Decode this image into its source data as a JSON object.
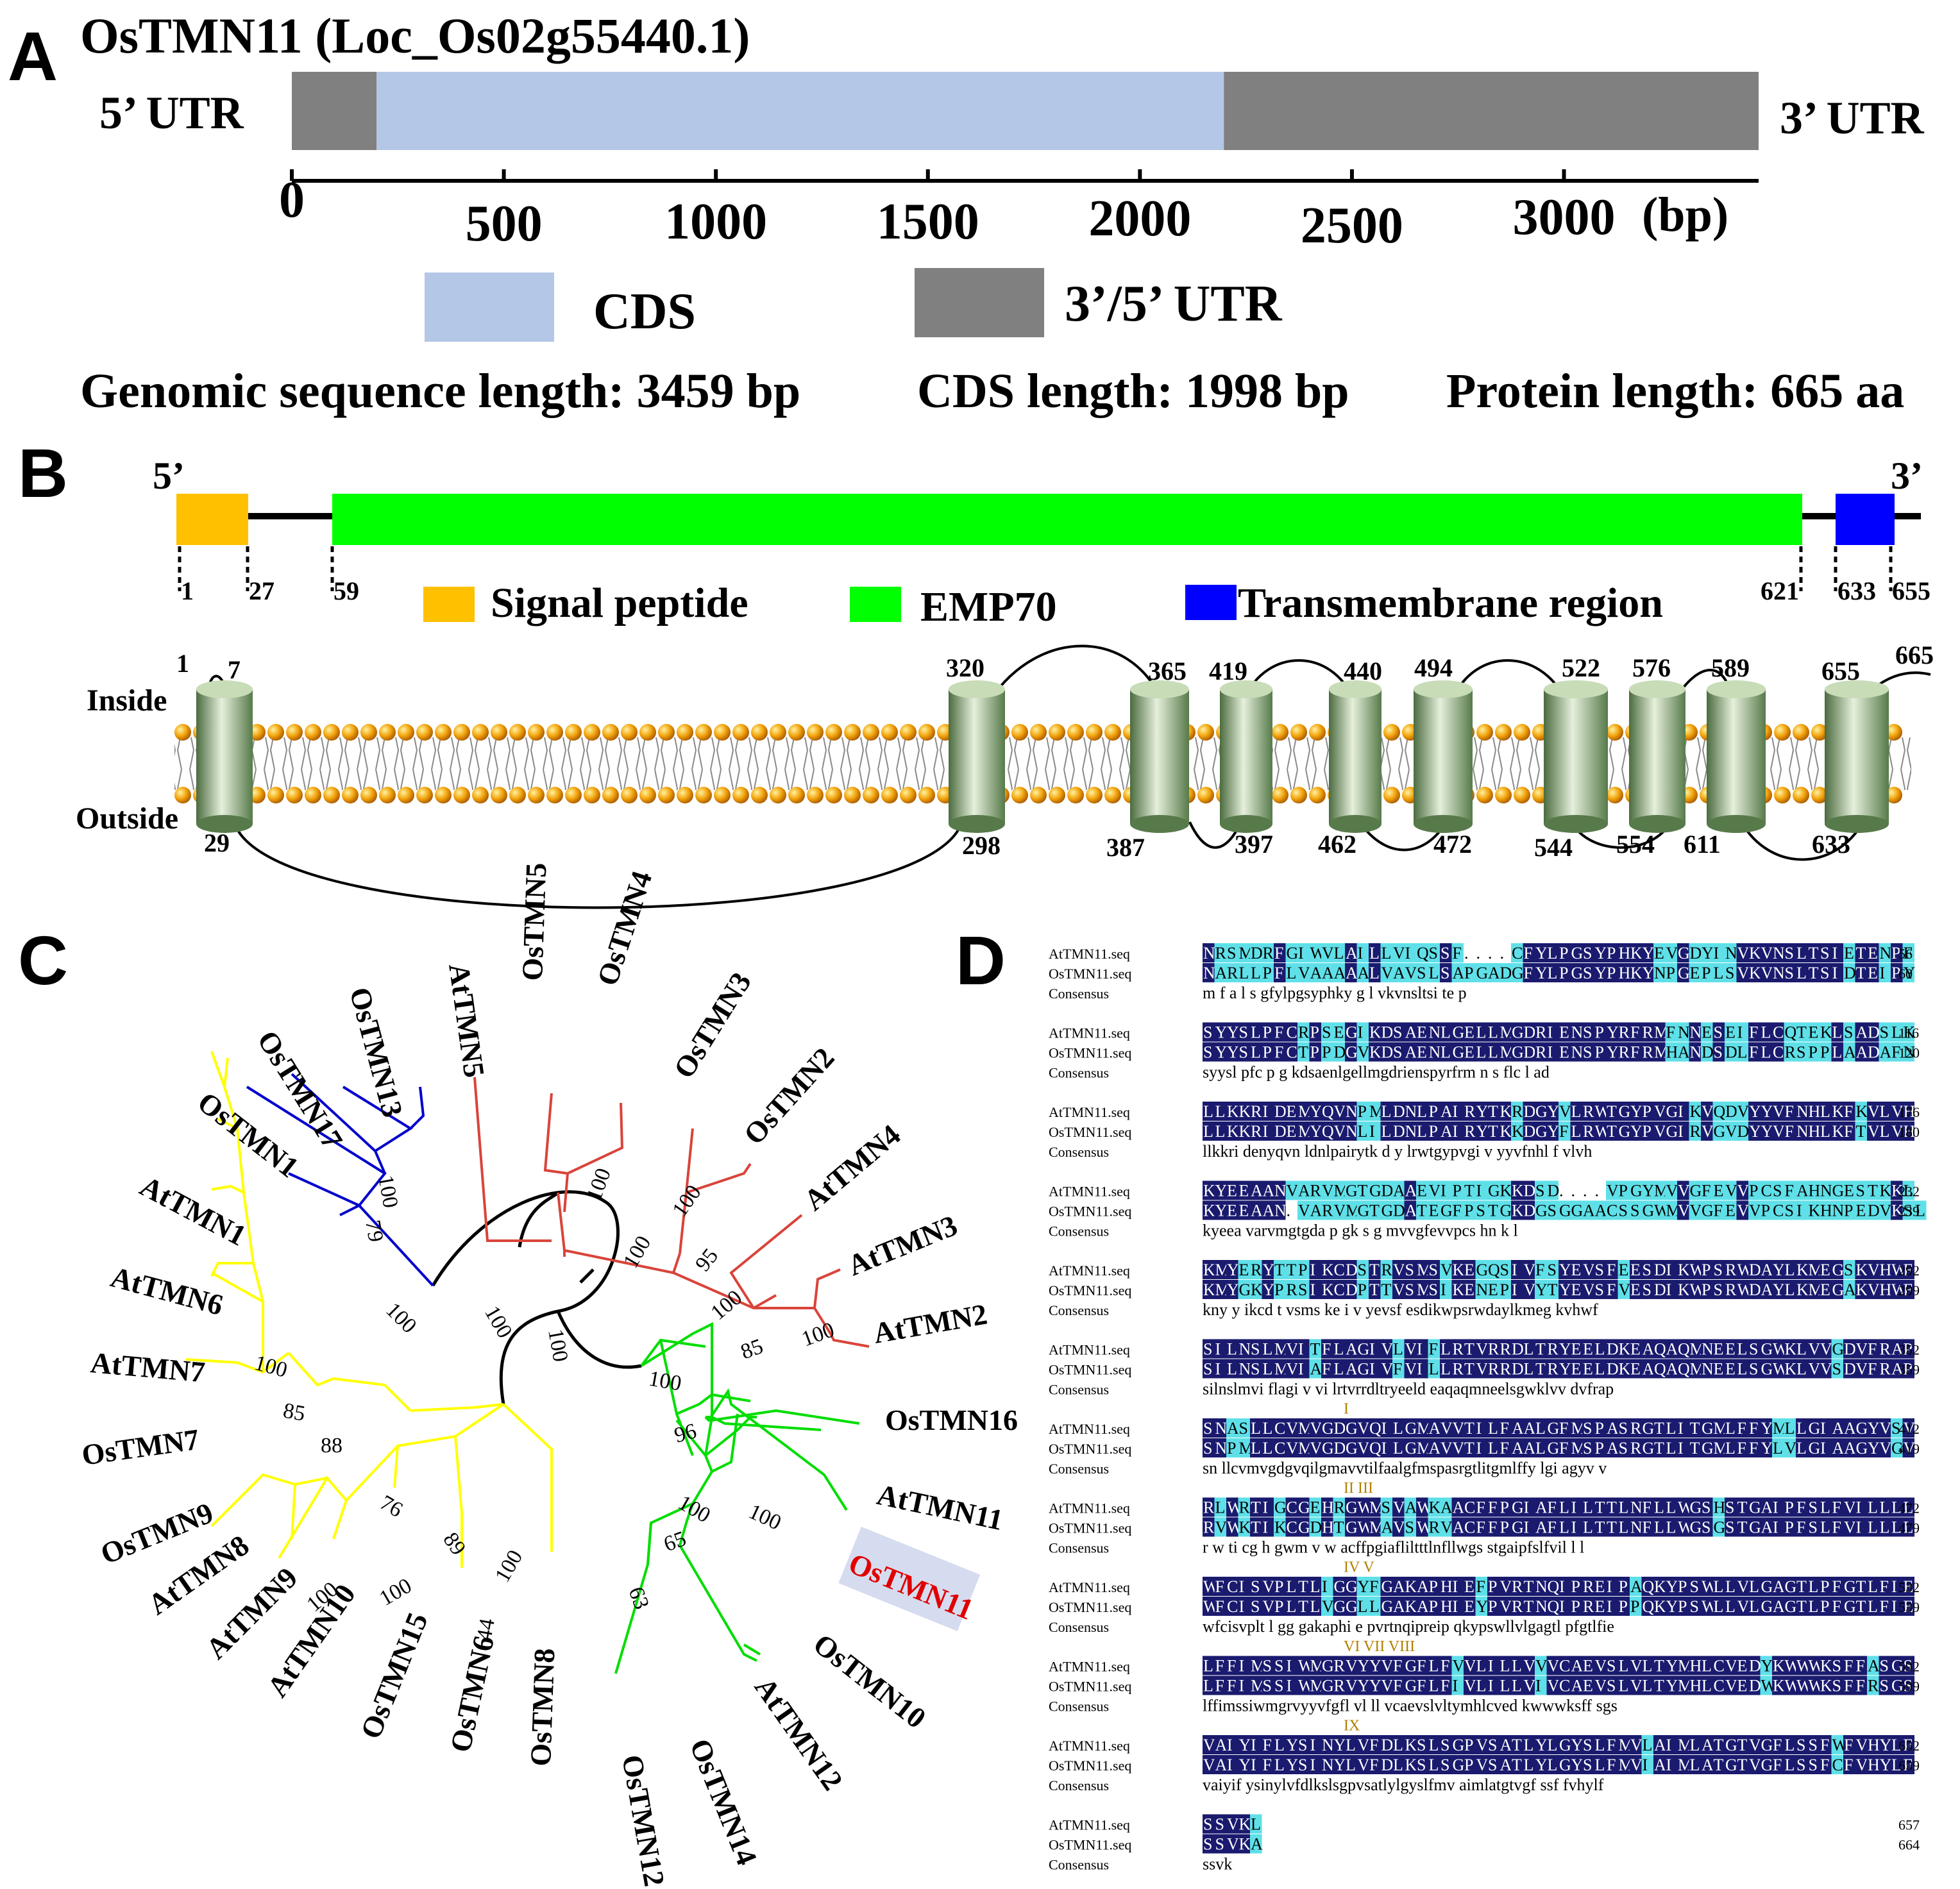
{
  "panel_a": {
    "letter": "A",
    "title": "OsTMN11 (Loc_Os02g55440.1)",
    "utr5_label": "5’ UTR",
    "utr3_label": "3’ UTR",
    "gene_model": {
      "axis_max_bp": 3459,
      "segments": [
        {
          "kind": "UTR",
          "start": 0,
          "end": 200
        },
        {
          "kind": "CDS",
          "start": 200,
          "end": 2198
        },
        {
          "kind": "UTR",
          "start": 2198,
          "end": 3459
        }
      ]
    },
    "ticks": [
      "0",
      "500",
      "1000",
      "1500",
      "2000",
      "2500",
      "3000"
    ],
    "tick_values": [
      0,
      500,
      1000,
      1500,
      2000,
      2500,
      3000
    ],
    "unit_label": "(bp)",
    "legend": {
      "cds": "CDS",
      "utr": "3’/5’ UTR"
    },
    "colors": {
      "cds": "#b4c7e7",
      "utr": "#808080"
    },
    "stats": {
      "genomic": "Genomic sequence length: 3459 bp",
      "cds": "CDS length: 1998 bp",
      "protein": "Protein length: 665 aa"
    }
  },
  "panel_b": {
    "letter": "B",
    "end5": "5’",
    "end3": "3’",
    "domains": [
      {
        "name": "Signal peptide",
        "color": "#ffc000",
        "start": 1,
        "end": 27
      },
      {
        "name": "EMP70",
        "color": "#00ff00",
        "start": 59,
        "end": 621
      },
      {
        "name": "Transmembrane region",
        "color": "#0000ff",
        "start": 633,
        "end": 655
      }
    ],
    "positions": [
      "1",
      "27",
      "59",
      "621",
      "633",
      "655"
    ],
    "inside_label": "Inside",
    "outside_label": "Outside",
    "helix_top": [
      "1",
      "7",
      "320",
      "365",
      "419",
      "440",
      "494",
      "522",
      "576",
      "589",
      "655",
      "665"
    ],
    "helix_bottom": [
      "29",
      "298",
      "387",
      "397",
      "462",
      "472",
      "544",
      "554",
      "611",
      "633"
    ]
  },
  "panel_c": {
    "letter": "C",
    "colors": {
      "blue": "#0000cc",
      "red": "#d9443a",
      "yellow": "#ffff00",
      "green": "#00dd00",
      "black": "#000000",
      "highlight": "#d6dcef"
    },
    "leaves": [
      "OsTMN1",
      "OsTMN17",
      "OsTMN13",
      "AtTMN1",
      "AtTMN5",
      "OsTMN5",
      "OsTMN4",
      "OsTMN3",
      "OsTMN2",
      "AtTMN4",
      "AtTMN3",
      "AtTMN2",
      "OsTMN16",
      "AtTMN11",
      "OsTMN11",
      "OsTMN10",
      "AtTMN12",
      "OsTMN14",
      "OsTMN12",
      "OsTMN8",
      "OsTMN6",
      "OsTMN15",
      "AtTMN10",
      "AtTMN9",
      "AtTMN8",
      "OsTMN9",
      "OsTMN7",
      "AtTMN7",
      "AtTMN6"
    ],
    "bootstraps": [
      "100",
      "79",
      "100",
      "100",
      "100",
      "100",
      "95",
      "100",
      "85",
      "100",
      "100",
      "100",
      "100",
      "96",
      "100",
      "65",
      "63",
      "100",
      "100",
      "85",
      "88",
      "76",
      "89",
      "100",
      "100",
      "44",
      "100"
    ]
  },
  "panel_d": {
    "letter": "D",
    "row_labels": [
      "AtTMN11.seq",
      "OsTMN11.seq",
      "Consensus"
    ],
    "blocks": [
      {
        "at": "NRSMDRFGIWVLAILLVIQSSF....CFYLPGSYPHKYEVGDYINVKVNSLTSIETENPF",
        "os": "NARLLPFLVAAAAALVAVSLSAPGADGFYLPGSYPHKYNPGEPLSVKVNSLTSIDTEIPY",
        "cons": "m     f     a l     s      gfylpgsyphky  g  l vkvnsltsi te p",
        "n1": "56",
        "n2": "60",
        "mark": ""
      },
      {
        "at": "SYYSLPFCRPSEGIKDSAENLGELLMGDRIENSPYRFRMFNNESEIFLCQTEKLSADSLK",
        "os": "SYYSLPFCTPPDGVKDSAENLGELLMGDRIENSPYRFRMHANDSDLFLCRSPPLAADAFN",
        "cons": "syysl pfc  p  g kdsaenlgellmgdrienspyrfrm  n s  flc     l ad",
        "n1": "116",
        "n2": "120",
        "mark": ""
      },
      {
        "at": "LLKKRIDEMYQVNPMLDNLPAIRYTKRDGYVLRWTGYPVGIKVQDVYYVFNHLKFKVLVH",
        "os": "LLKKRIDEMYQVNLILDNLPAIRYTKKDGYFLRWTGYPVGIRVGVDYYVFNHLKFTVLVH",
        "cons": "llkkri denyqvn  ldnlpairytk d y lrwtgypvgi v    yyvfnhl f vlvh",
        "n1": "176",
        "n2": "180",
        "mark": ""
      },
      {
        "at": "KYEEAANVARVMGTGDAAEVIPTIGKKDSD....VPGYMVVGFEVVPCSFAHNGESTKKL",
        "os": "KYEEAAN.VARVMGTGDATEGFPSTGKDGSGGAACSSGWMVVGFEVVPCSIKHNPEDVKSL",
        "cons": "kyeea   varvmgtgda    p  gk  s        g mvvgfevvpcs  hn      k l",
        "n1": "232",
        "n2": "239",
        "mark": ""
      },
      {
        "at": "KMYERYTTPIKCDSTRVSMSVKEGQSIVFSYEVSFEESDIKWPSRWDAYLKMEGSKVHWF",
        "os": "KMYGKYPRSIKCDPTTVSMSIKENEPIVYTYEVSFVESDIKWPSRWDAYLKMEGAKVHWF",
        "cons": "kny   y    ikcd  t  vsms ke     i v  yevsf  esdikwpsrwdaylkmeg kvhwf",
        "n1": "292",
        "n2": "299",
        "mark": ""
      },
      {
        "at": "SILNSLMVITFLAGIVLVIFLRTVRRDLTRYEELDKEAQAQMNEELSGWKLVVGDVFRAP",
        "os": "SILNSLMVIAFLAGIVFVILLRTVRRDLTRYEELDKEAQAQMNEELSGWKLVVSDVFRAP",
        "cons": "silnslmvi  flagi v  vi   lrtvrrdltryeeld  eaqaqmneelsgwklvv  dvfrap",
        "n1": "352",
        "n2": "359",
        "mark": "I"
      },
      {
        "at": "SNASLLCVMVGDGVQILGMAVVTILFAALGFMSPASRGTLITGMLFFYMLLGIAAGYVSV",
        "os": "SNPMLLCVMVGDGVQILGMAVVTILFAALGFMSPASRGTLITGMLFFYLVLGIAAGYVGV",
        "cons": "sn     llcvmvgdgvqilgmavvtilfaalgfmspasrgtlitgmlffy   lgi  agyv  v",
        "n1": "412",
        "n2": "419",
        "mark": "II  III"
      },
      {
        "at": "RLWRTIGCGEHRGWMSVAWKAACFFPGIAFLILTTLNFLLWGSHSTGAIPFSLFVILLLL",
        "os": "RVWKTIKCGDHTGWMAVSWRVACFFPGIAFLILTTLNFLLWGSGSTGAIPFSLFVILLLL",
        "cons": "r w ti  cg  h gwm  v  w    acffpgiafliltttlnfllwgs  stgaipfslfvil l l",
        "n1": "472",
        "n2": "479",
        "mark": "IV  V"
      },
      {
        "at": "WFCISVPLTLIGGYFGAKAPHIEFPVRTNQIPREIPAQKYPSWLLVLGAGTLPFGTLFIE",
        "os": "WFCISVPLTLVGGLLGAKAPHIEYPVRTNQIPREIPPQKYPSWLLVLGAGTLPFGTLFIE",
        "cons": "wfcisvplt l   gg    gakaphi e  pvrtnqipreip  qkypswllvlgagtl pfgtlfie",
        "n1": "532",
        "n2": "539",
        "mark": "VI  VII  VIII"
      },
      {
        "at": "LFFIMSSIWMGRVYYVFGFLFVVLILLVVVCAEVSLVLTYMHLCVEDYKWWWKSFFASGS",
        "os": "LFFIMSSIWMGRVYYVFGFLFIVLILLVIVCAEVSLVLTYMHLCVEDWKWWWKSFFRSGS",
        "cons": "lffimssiwmgrvyyvfgfl  vl  ll  vcaevslvltymhlcved  kwwwksff  sgs",
        "n1": "592",
        "n2": "599",
        "mark": "IX"
      },
      {
        "at": "VAIYIFLYSINYLVFDLKSLSGPVSATLYLGYSLFMVLAIMLATGTVGFLSSFWFVHYLF",
        "os": "VAIYIFLYSINYLVFDLKSLSGPVSATLYLGYSLFMVIAIMLATGTVGFLSSFCFVHYLF",
        "cons": "vaiyif   ysinylvfdlkslsgpvsatlylgyslfmv  aimlatgtvgf  ssf fvhylf",
        "n1": "652",
        "n2": "659",
        "mark": ""
      },
      {
        "at": "SSVKL",
        "os": "SSVKA",
        "cons": "ssvk",
        "n1": "657",
        "n2": "664",
        "mark": ""
      }
    ]
  }
}
